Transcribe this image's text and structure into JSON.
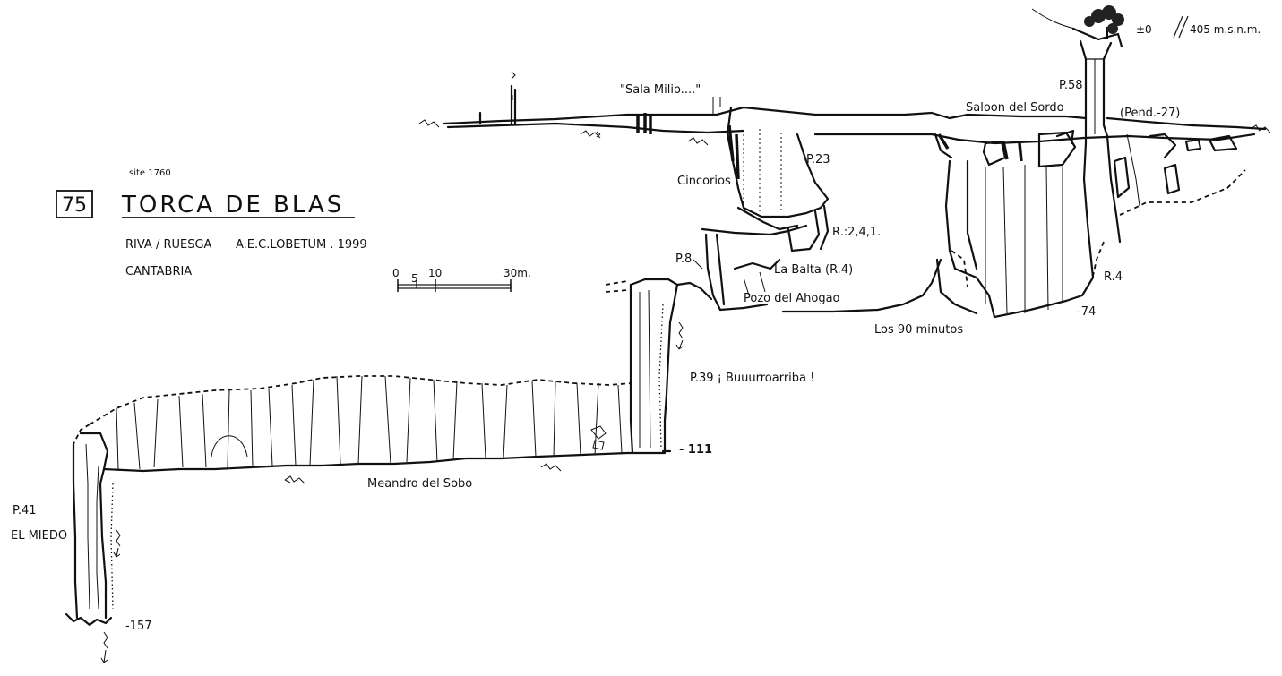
{
  "header": {
    "number": "75",
    "site": "site 1760",
    "title": "TORCA DE BLAS",
    "location": "RIVA / RUESGA",
    "authors": "A.E.C.LOBETUM . 1999",
    "region": "CANTABRIA"
  },
  "scale": {
    "t0": "0",
    "t5": "5",
    "t10": "10",
    "t30": "30m."
  },
  "altitude": {
    "zero": "±0",
    "msnm": "405 m.s.n.m."
  },
  "labels": {
    "sala_milio": "\"Sala Milio....\"",
    "p58": "P.58",
    "saloon": "Saloon  del Sordo",
    "pend": "(Pend.-27)",
    "p23": "P.23",
    "cincorios": "Cincorios",
    "r241": "R.:2,4,1.",
    "p8": "P.8",
    "la_balta": "La Balta (R.4)",
    "pozo": "Pozo del Ahogao",
    "los90": "Los 90 minutos",
    "r4": "R.4",
    "d74": "-74",
    "p39": "P.39  ¡ Buuurroarriba !",
    "d111": "- 111",
    "meandro": "Meandro del Sobo",
    "p41": "P.41",
    "miedo": "EL MIEDO",
    "d157": "-157"
  }
}
